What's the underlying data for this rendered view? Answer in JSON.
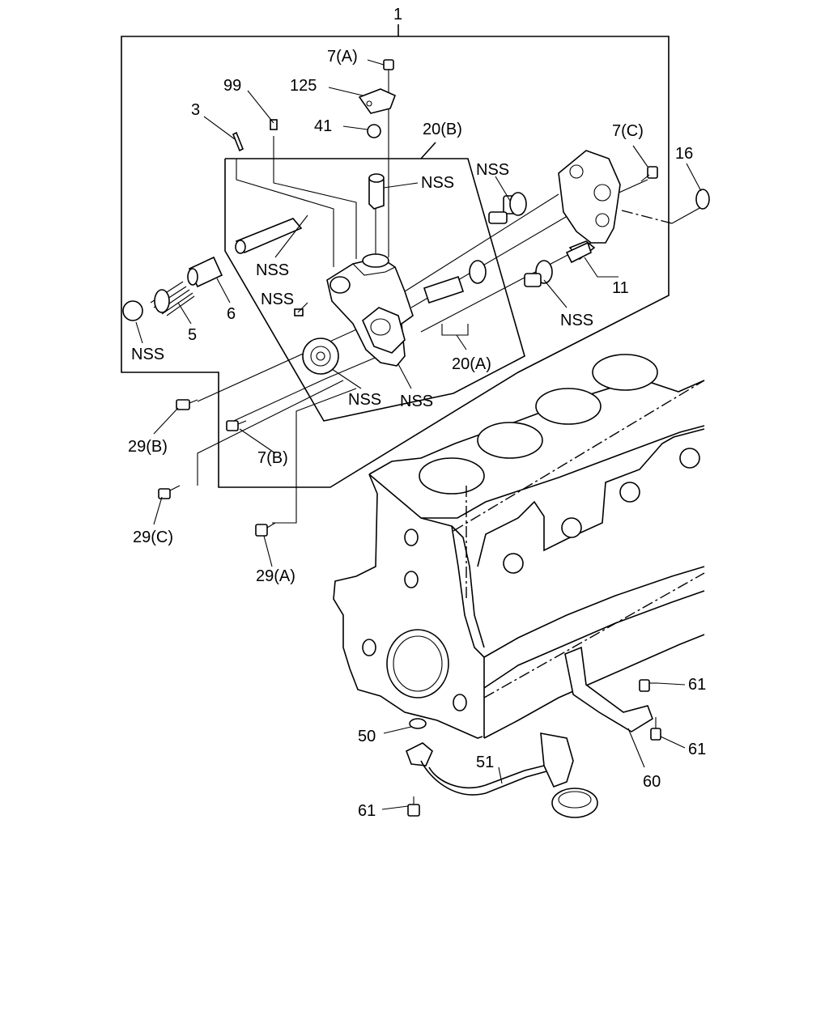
{
  "callouts": {
    "c1": "1",
    "c7a": "7(A)",
    "c125": "125",
    "c99": "99",
    "c3": "3",
    "c41": "41",
    "c20b": "20(B)",
    "c7c": "7(C)",
    "c16": "16",
    "nss_top_center": "NSS",
    "nss_gear_top": "NSS",
    "nss_shaft": "NSS",
    "nss_plunger": "NSS",
    "nss_cap": "NSS",
    "c5": "5",
    "c6": "6",
    "c11": "11",
    "nss_gear_right": "NSS",
    "c20a": "20(A)",
    "nss_drive_gear": "NSS",
    "nss_housing_low": "NSS",
    "c29b": "29(B)",
    "c7b": "7(B)",
    "c29c": "29(C)",
    "c29a": "29(A)",
    "c61_top": "61",
    "c61_mid": "61",
    "c61_left": "61",
    "c50": "50",
    "c51": "51",
    "c60": "60"
  }
}
